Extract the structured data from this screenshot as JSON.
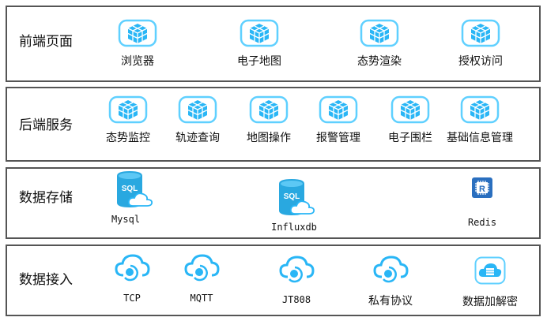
{
  "layers": [
    {
      "title": "前端页面",
      "items": [
        "浏览器",
        "电子地图",
        "态势渲染",
        "授权访问"
      ]
    },
    {
      "title": "后端服务",
      "items": [
        "态势监控",
        "轨迹查询",
        "地图操作",
        "报警管理",
        "电子围栏",
        "基础信息管理"
      ]
    },
    {
      "title": "数据存储",
      "items": [
        "Mysql",
        "Influxdb",
        "Redis"
      ]
    },
    {
      "title": "数据接入",
      "items": [
        "TCP",
        "MQTT",
        "JT808",
        "私有协议",
        "数据加解密"
      ]
    }
  ],
  "colors": {
    "accent": "#29b6f6",
    "redis": "#2a6fbf",
    "border": "#555555"
  }
}
